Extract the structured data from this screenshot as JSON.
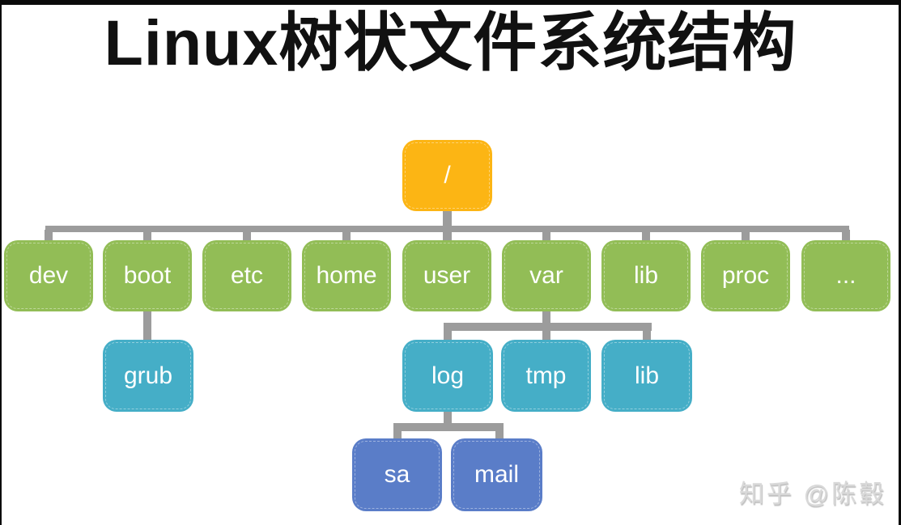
{
  "title": "Linux树状文件系统结构",
  "watermark": "知乎 @陈毂",
  "colors": {
    "root": "#fcb514",
    "dir": "#92bd56",
    "sub": "#45aec7",
    "leaf": "#5a7dc8",
    "connector": "#9c9c9c",
    "title_color": "#111111",
    "watermark_color": "#d9d9d9"
  },
  "tree": {
    "root": "/",
    "level1": [
      "dev",
      "boot",
      "etc",
      "home",
      "user",
      "var",
      "lib",
      "proc",
      "..."
    ],
    "boot_children": [
      "grub"
    ],
    "var_children": [
      "log",
      "tmp",
      "lib"
    ],
    "log_children": [
      "sa",
      "mail"
    ]
  }
}
